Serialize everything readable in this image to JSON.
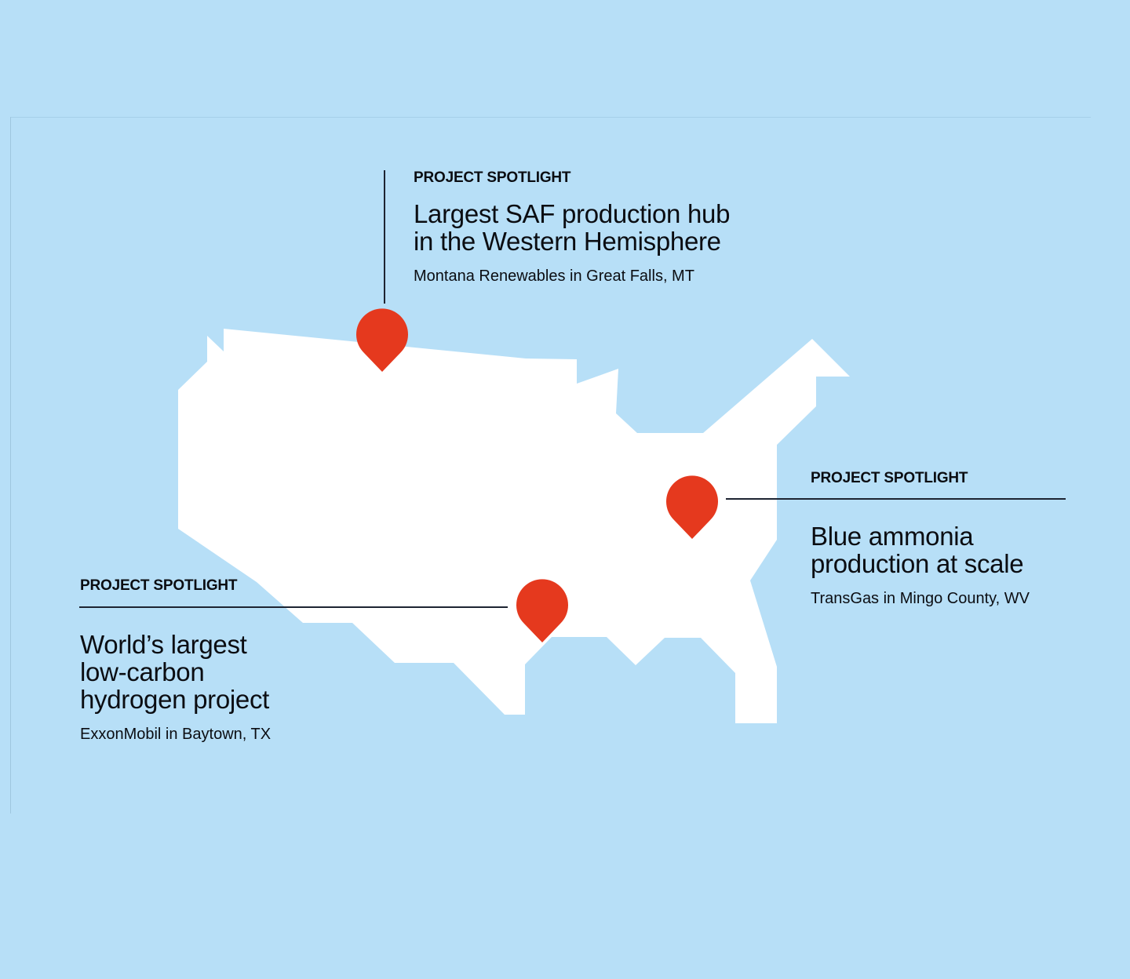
{
  "map": {
    "region": "Contiguous United States",
    "background_color": "#b7dff7",
    "land_color": "#ffffff",
    "pin_color": "#e5391e"
  },
  "spotlights": [
    {
      "kicker": "PROJECT SPOTLIGHT",
      "headline": "Largest SAF production hub\nin the Western Hemisphere",
      "location": "Montana Renewables in Great Falls, MT",
      "pin": "map-pin-icon"
    },
    {
      "kicker": "PROJECT SPOTLIGHT",
      "headline": "Blue ammonia\nproduction at scale",
      "location": "TransGas in Mingo County, WV",
      "pin": "map-pin-icon"
    },
    {
      "kicker": "PROJECT SPOTLIGHT",
      "headline": "World’s largest\nlow-carbon\nhydrogen project",
      "location": "ExxonMobil in Baytown, TX",
      "pin": "map-pin-icon"
    }
  ]
}
